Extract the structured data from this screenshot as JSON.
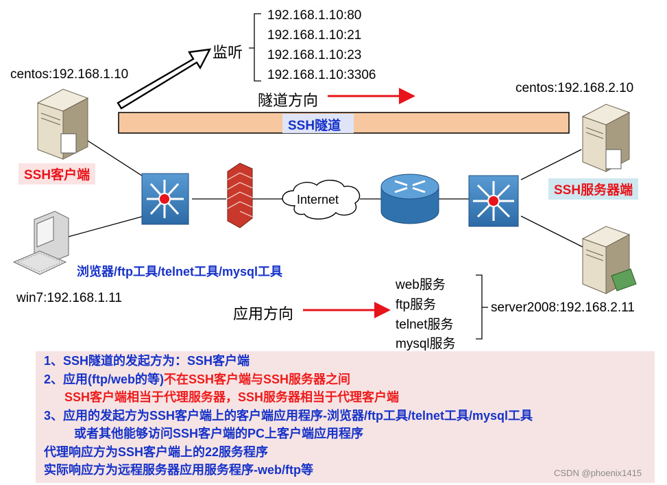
{
  "listen": {
    "label": "监听",
    "ports": [
      "192.168.1.10:80",
      "192.168.1.10:21",
      "192.168.1.10:23",
      "192.168.1.10:3306"
    ]
  },
  "client_host": {
    "caption": "centos:192.168.1.10",
    "tag": "SSH客户端"
  },
  "server_host": {
    "caption": "centos:192.168.2.10",
    "tag": "SSH服务器端"
  },
  "win_host": {
    "caption": "win7:192.168.1.11",
    "tools": "浏览器/ftp工具/telnet工具/mysql工具"
  },
  "app_server": {
    "caption": "server2008:192.168.2.11",
    "services": [
      "web服务",
      "ftp服务",
      "telnet服务",
      "mysql服务"
    ]
  },
  "tunnel": {
    "direction_label": "隧道方向",
    "label": "SSH隧道"
  },
  "app_direction_label": "应用方向",
  "cloud_label": "Internet",
  "notes": {
    "line1": "1、SSH隧道的发起方为：SSH客户端",
    "line2a": "2、应用(ftp/web的等)",
    "line2b": "不在SSH客户端与SSH服务器之间",
    "line3": "SSH客户端相当于代理服务器，SSH服务器相当于代理客户端",
    "line4": "3、应用的发起方为SSH客户端上的客户端应用程序-浏览器/ftp工具/telnet工具/mysql工具",
    "line5": "或者其他能够访问SSH客户端的PC上客户端应用程序",
    "line6": "代理响应方为SSH客户端上的22服务程序",
    "line7": "实际响应方为远程服务器应用服务程序-web/ftp等"
  },
  "watermark": "CSDN @phoenix1415",
  "colors": {
    "tunnel_fill": "#f7c7a0",
    "arrow_red": "#e8141b",
    "note_blue": "#1632c8",
    "note_bg": "#f6e4e4",
    "switch_blue": "#3d7fbb"
  }
}
